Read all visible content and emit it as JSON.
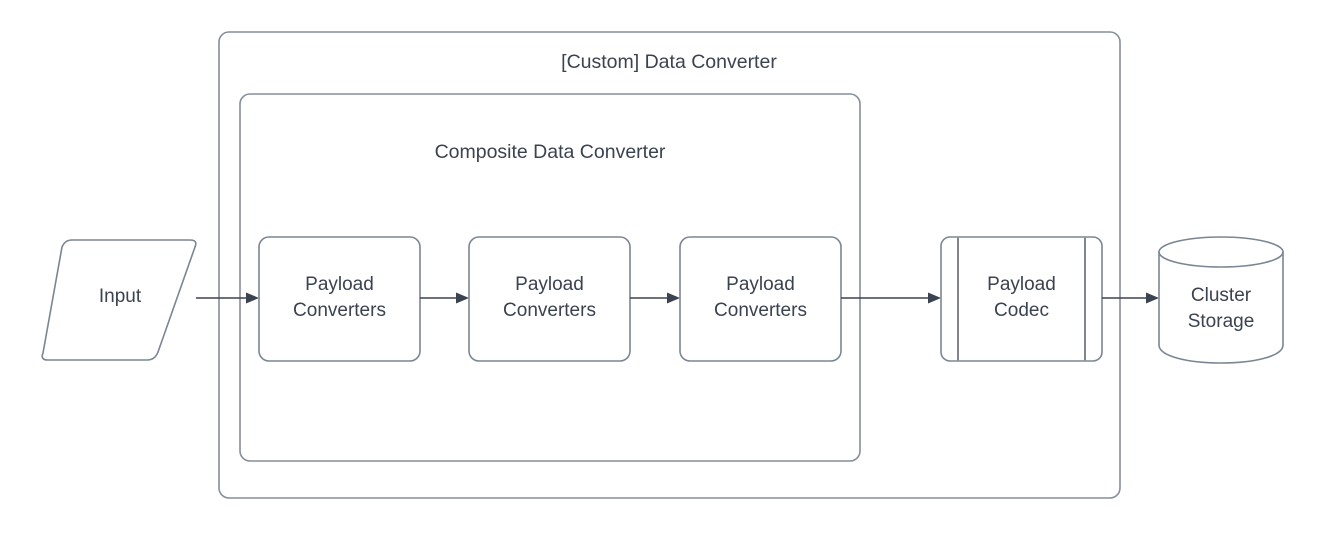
{
  "diagram": {
    "type": "flowchart",
    "title": "[Custom] Data Converter",
    "background_color": "#ffffff",
    "stroke_color": "#7b8593",
    "text_color": "#3b4250",
    "containers": [
      {
        "id": "custom-data-converter",
        "label": "[Custom] Data Converter",
        "shape": "rounded-rectangle"
      },
      {
        "id": "composite-data-converter",
        "label": "Composite Data Converter",
        "shape": "rounded-rectangle"
      }
    ],
    "nodes": [
      {
        "id": "input",
        "label": "Input",
        "shape": "parallelogram"
      },
      {
        "id": "payload-converters-1",
        "label_line1": "Payload",
        "label_line2": "Converters",
        "shape": "rounded-rectangle"
      },
      {
        "id": "payload-converters-2",
        "label_line1": "Payload",
        "label_line2": "Converters",
        "shape": "rounded-rectangle"
      },
      {
        "id": "payload-converters-3",
        "label_line1": "Payload",
        "label_line2": "Converters",
        "shape": "rounded-rectangle"
      },
      {
        "id": "payload-codec",
        "label_line1": "Payload",
        "label_line2": "Codec",
        "shape": "predefined-process"
      },
      {
        "id": "cluster-storage",
        "label_line1": "Cluster",
        "label_line2": "Storage",
        "shape": "cylinder"
      }
    ],
    "edges": [
      {
        "id": "edge-input-to-pc1",
        "from": "input",
        "to": "payload-converters-1",
        "arrow": "solid"
      },
      {
        "id": "edge-pc1-to-pc2",
        "from": "payload-converters-1",
        "to": "payload-converters-2",
        "arrow": "solid"
      },
      {
        "id": "edge-pc2-to-pc3",
        "from": "payload-converters-2",
        "to": "payload-converters-3",
        "arrow": "solid"
      },
      {
        "id": "edge-pc3-to-codec",
        "from": "payload-converters-3",
        "to": "payload-codec",
        "arrow": "solid"
      },
      {
        "id": "edge-codec-to-storage",
        "from": "payload-codec",
        "to": "cluster-storage",
        "arrow": "solid"
      }
    ]
  }
}
